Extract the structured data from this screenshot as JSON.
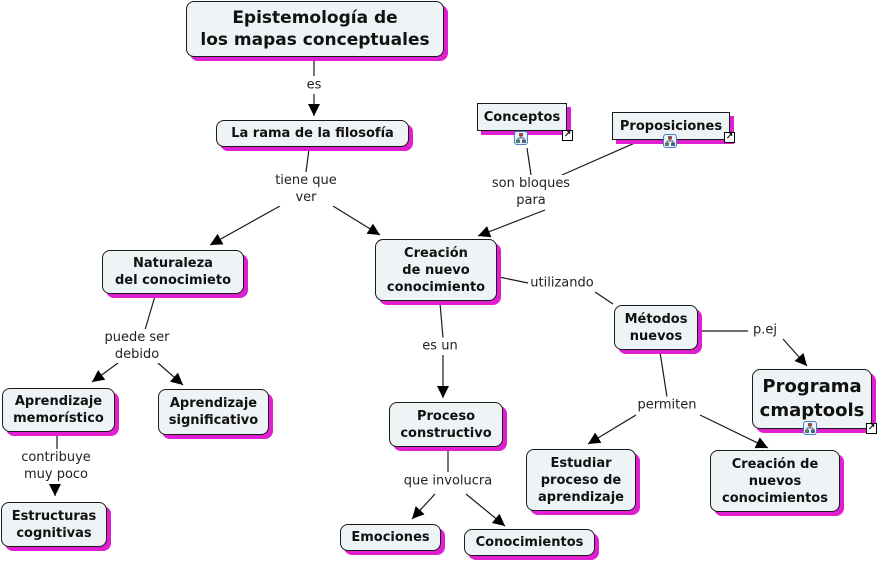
{
  "map": {
    "title": "Epistemología de los mapas conceptuales",
    "colors": {
      "node_fill": "#eef3f5",
      "shadow": "#e020d0",
      "line": "#1a1a1a"
    },
    "nodes": {
      "root": "Epistemología de\nlos mapas conceptuales",
      "rama": "La rama de la filosofía",
      "conceptos": "Conceptos",
      "proposiciones": "Proposiciones",
      "naturaleza": "Naturaleza\ndel conocimieto",
      "creacion": "Creación\nde nuevo\nconocimiento",
      "metodos": "Métodos\nnuevos",
      "programa": "Programa\ncmaptools",
      "memoristico": "Aprendizaje\nmemorístico",
      "significativo": "Aprendizaje\nsignificativo",
      "proceso": "Proceso\nconstructivo",
      "estudiar": "Estudiar\nproceso de\naprendizaje",
      "creacion_nuevos": "Creación de\nnuevos\nconocimientos",
      "estructuras": "Estructuras\ncognitivas",
      "emociones": "Emociones",
      "conocimientos": "Conocimientos"
    },
    "link_phrases": {
      "es": "es",
      "tiene_que_ver": "tiene que\nver",
      "son_bloques": "son bloques\npara",
      "utilizando": "utilizando",
      "puede_ser": "puede ser\ndebido",
      "es_un": "es un",
      "p_ej": "p.ej",
      "permiten": "permiten",
      "contribuye": "contribuye\nmuy poco",
      "que_involucra": "que involucra"
    },
    "icons": {
      "cmap": "sub-map-icon",
      "link": "external-link-icon",
      "link_glyph": "↗"
    }
  }
}
